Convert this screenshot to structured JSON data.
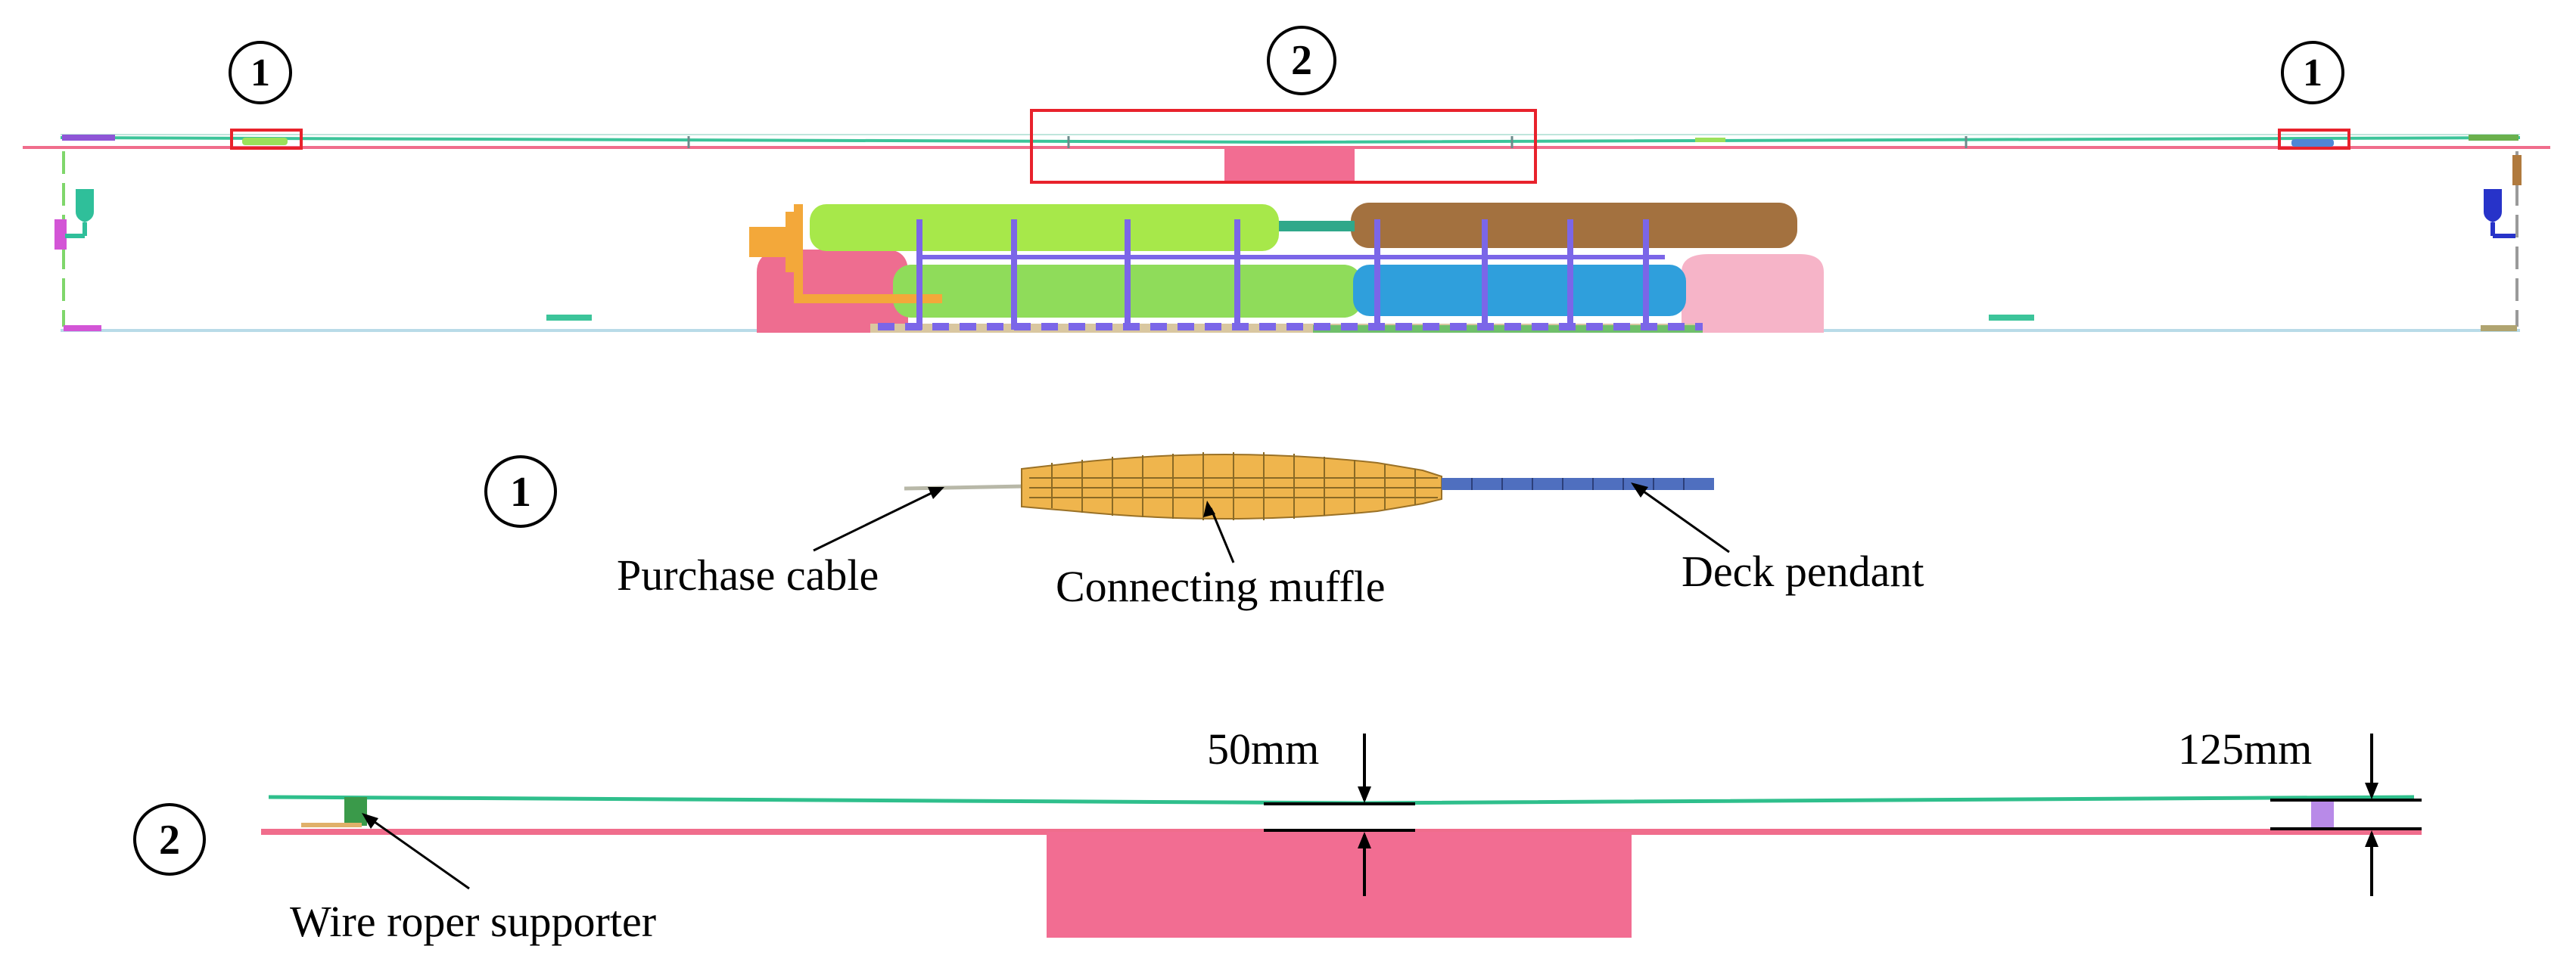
{
  "markers": {
    "callout_1": "1",
    "callout_2": "2"
  },
  "detail_1": {
    "purchase_cable": "Purchase cable",
    "connecting_muffle": "Connecting muffle",
    "deck_pendant": "Deck pendant"
  },
  "detail_2": {
    "gap_left": "50mm",
    "gap_right": "125mm",
    "wire_roper_supporter": "Wire roper supporter"
  },
  "colors": {
    "highlight_box": "#e8222c",
    "deck_line": "#f06d8c",
    "cable_line": "#2fbf8c",
    "block": "#f26d92",
    "green_tank": "#a7e84a",
    "brown_tank": "#a3713f",
    "blue_tank": "#2f9fdc",
    "frame_bars": "#7b66e8",
    "muffle": "#efb54d",
    "pendant": "#4f6fbf"
  }
}
